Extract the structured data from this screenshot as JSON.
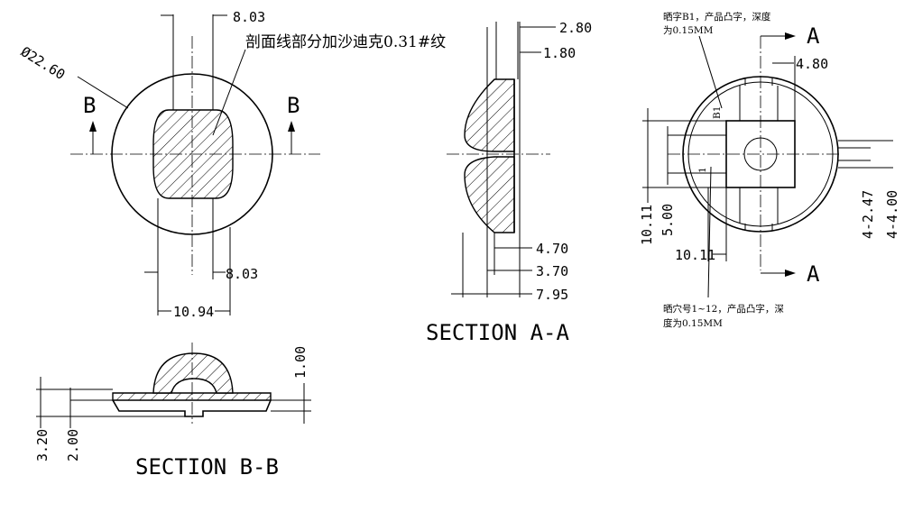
{
  "dims": {
    "front_top": "8.03",
    "diameter": "Ø22.60",
    "front_bottom": "8.03",
    "front_width": "10.94",
    "a_top1": "2.80",
    "a_top2": "1.80",
    "a_bot1": "4.70",
    "a_bot2": "3.70",
    "a_bot3": "7.95",
    "right_top": "4.80",
    "right_h1": "10.11",
    "right_h2": "5.00",
    "right_w": "10.11",
    "right_s1": "4-2.47",
    "right_s2": "4-4.00",
    "bb_h": "1.00",
    "bb_l1": "3.20",
    "bb_l2": "2.00"
  },
  "labels": {
    "section_b_left": "B",
    "section_b_right": "B",
    "section_a_top": "A",
    "section_a_bottom": "A",
    "hatch_note": "剖面线部分加沙迪克0.31#纹",
    "section_aa": "SECTION A-A",
    "section_bb": "SECTION B-B",
    "note_top_line1": "晒字B1，产品凸字，深度",
    "note_top_line2": "为0.15MM",
    "note_bottom_line1": "晒穴号1~12，产品凸字，深",
    "note_bottom_line2": "度为0.15MM",
    "mark_b1": "B1",
    "mark_1": "1"
  }
}
